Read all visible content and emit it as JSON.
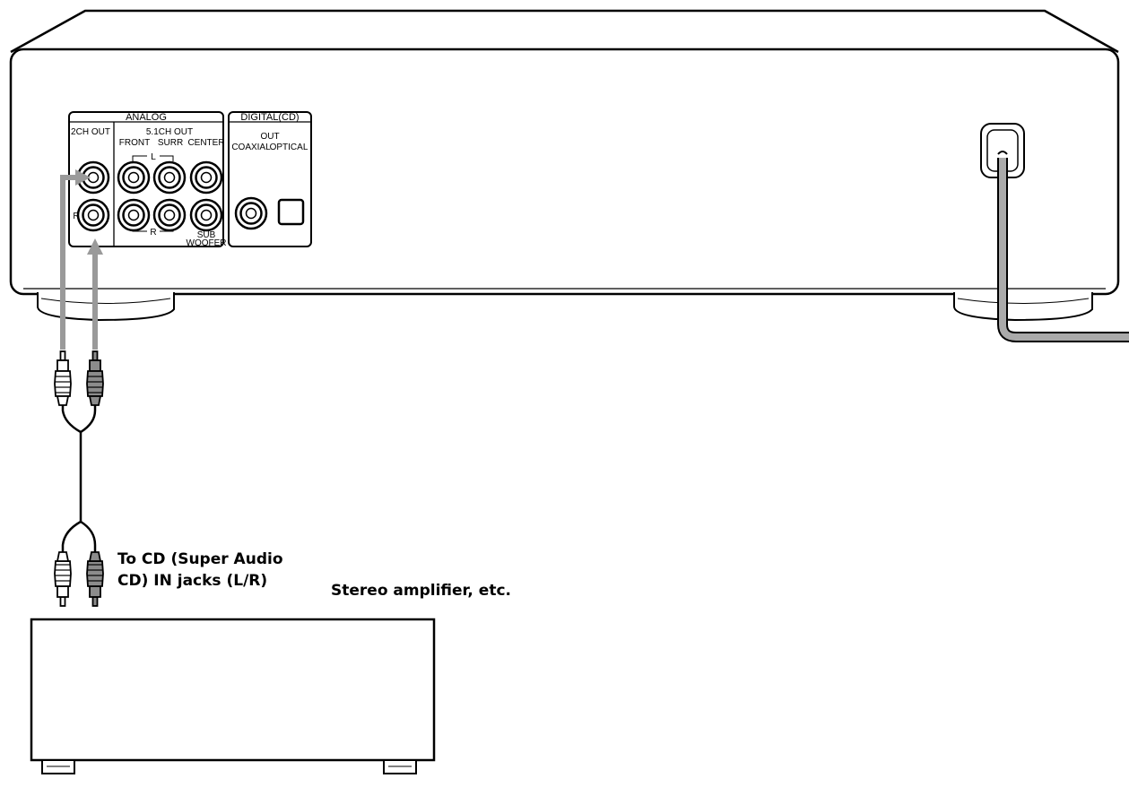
{
  "colors": {
    "line": "#000000",
    "cable_gray": "#9a9a9a",
    "plug_gray": "#8c8c8c",
    "background": "#ffffff"
  },
  "player": {
    "analog": {
      "title": "ANALOG",
      "two_ch_out": "2CH OUT",
      "five_one_ch_out": "5.1CH OUT",
      "front": "FRONT",
      "surr": "SURR",
      "center": "CENTER",
      "left_mark": "L",
      "right_mark": "R",
      "row_r": "R",
      "sub_line1": "SUB",
      "sub_line2": "WOOFER"
    },
    "digital": {
      "title": "DIGITAL(CD)",
      "out": "OUT",
      "coaxial": "COAXIAL",
      "optical": "OPTICAL"
    }
  },
  "callouts": {
    "to_cd_line1": "To CD (Super Audio",
    "to_cd_line2": "CD) IN jacks (L/R)",
    "amplifier": "Stereo amplifier, etc."
  },
  "icons": {
    "rca_jack": "rca-jack-icon",
    "optical_jack": "optical-jack-icon",
    "rca_plug": "rca-plug-icon",
    "power_cord": "power-cord-icon"
  }
}
